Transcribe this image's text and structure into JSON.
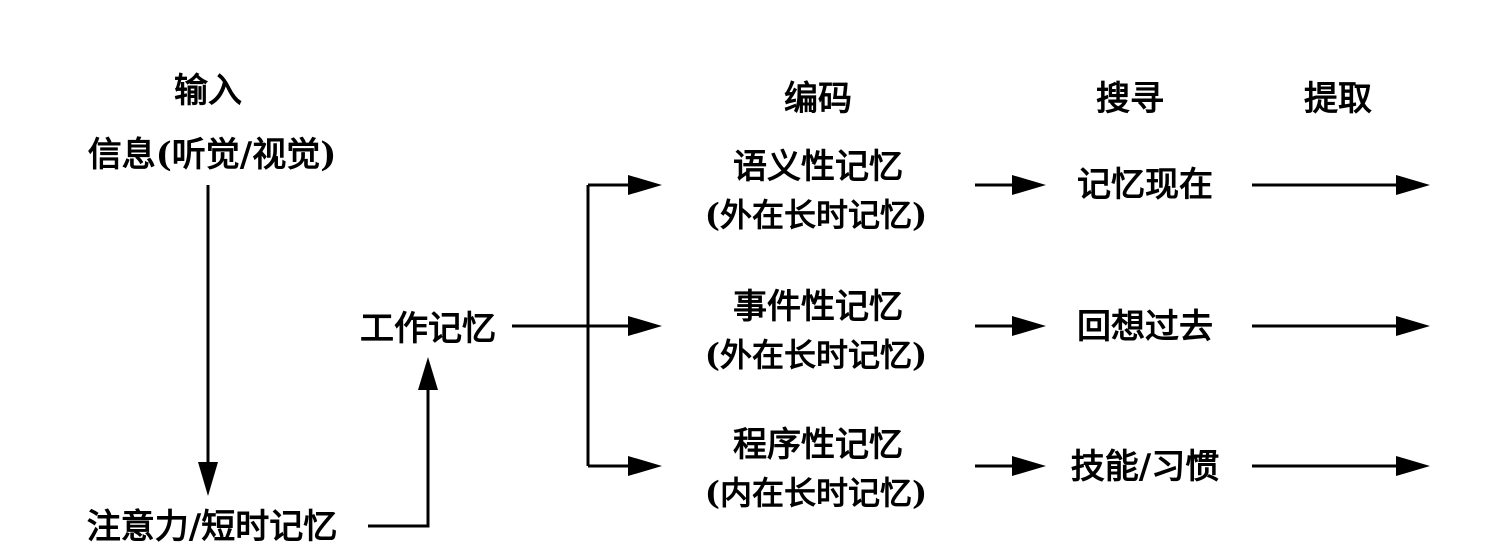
{
  "headers": {
    "input": "输入",
    "encode": "编码",
    "search": "搜寻",
    "retrieve": "提取"
  },
  "nodes": {
    "info": "信息(听觉/视觉)",
    "attention": "注意力/短时记忆",
    "working_memory": "工作记忆",
    "semantic": {
      "line1": "语义性记忆",
      "line2": "(外在长时记忆)"
    },
    "episodic": {
      "line1": "事件性记忆",
      "line2": "(外在长时记忆)"
    },
    "procedural": {
      "line1": "程序性记忆",
      "line2": "(内在长时记忆)"
    }
  },
  "outcomes": {
    "semantic": "记忆现在",
    "episodic": "回想过去",
    "procedural": "技能/习惯"
  },
  "colors": {
    "ink": "#000000",
    "background": "#ffffff"
  }
}
